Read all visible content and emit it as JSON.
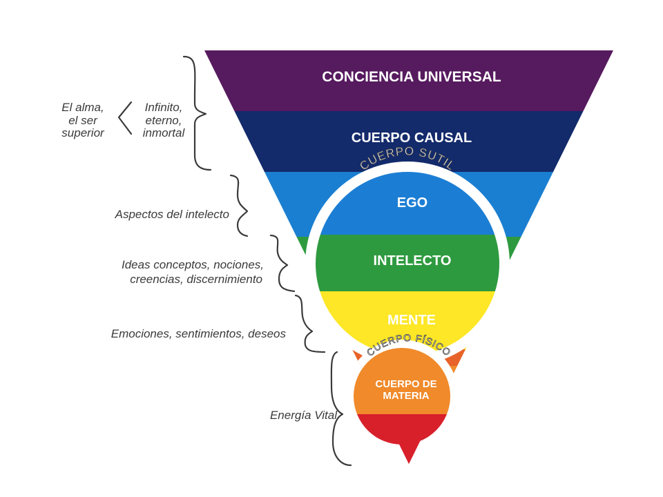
{
  "bands": {
    "universal": {
      "label": "CONCIENCIA UNIVERSAL",
      "color": "#561a5e"
    },
    "causal": {
      "label": "CUERPO CAUSAL",
      "color": "#132a6b"
    },
    "sutil_bg": {
      "color": "#1a7fd1"
    },
    "green_bg": {
      "color": "#2e9a3f"
    },
    "yellow_bg": {
      "color": "#fde726"
    }
  },
  "subtle": {
    "arc_label": "CUERPO SUTIL",
    "ego": {
      "label": "EGO",
      "color": "#1b7ed4"
    },
    "intelecto": {
      "label": "INTELECTO",
      "color": "#2e9a3f"
    },
    "mente": {
      "label": "MENTE",
      "color": "#fde726"
    }
  },
  "physical": {
    "arc_label": "CUERPO FÍSICO",
    "body_line1": "CUERPO DE",
    "body_line2": "MATERIA",
    "orange_dark": "#e8632a",
    "orange": "#f08a2a",
    "red": "#d8202b"
  },
  "side_labels": {
    "soul_line1": "El alma,",
    "soul_line2": "el ser",
    "soul_line3": "superior",
    "infinite_line1": "Infinito,",
    "infinite_line2": "eterno,",
    "infinite_line3": "inmortal",
    "aspects": "Aspectos del intelecto",
    "ideas_line1": "Ideas conceptos, nociones,",
    "ideas_line2": "creencias, discernimiento",
    "emotions": "Emociones, sentimientos, deseos",
    "energy": "Energía Vital"
  }
}
